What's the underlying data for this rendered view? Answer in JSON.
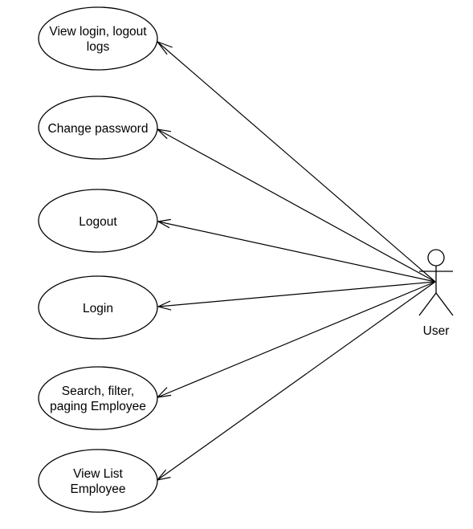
{
  "diagram": {
    "type": "use-case",
    "use_cases": [
      {
        "id": "uc1",
        "lines": [
          "View login, logout",
          "logs"
        ]
      },
      {
        "id": "uc2",
        "lines": [
          "Change password"
        ]
      },
      {
        "id": "uc3",
        "lines": [
          "Logout"
        ]
      },
      {
        "id": "uc4",
        "lines": [
          "Login"
        ]
      },
      {
        "id": "uc5",
        "lines": [
          "Search, filter,",
          "paging Employee"
        ]
      },
      {
        "id": "uc6",
        "lines": [
          "View List",
          "Employee"
        ]
      }
    ],
    "actor": {
      "label": "User"
    },
    "associations": [
      {
        "from": "actor",
        "to": "uc1"
      },
      {
        "from": "actor",
        "to": "uc2"
      },
      {
        "from": "actor",
        "to": "uc3"
      },
      {
        "from": "actor",
        "to": "uc4"
      },
      {
        "from": "actor",
        "to": "uc5"
      },
      {
        "from": "actor",
        "to": "uc6"
      }
    ]
  }
}
